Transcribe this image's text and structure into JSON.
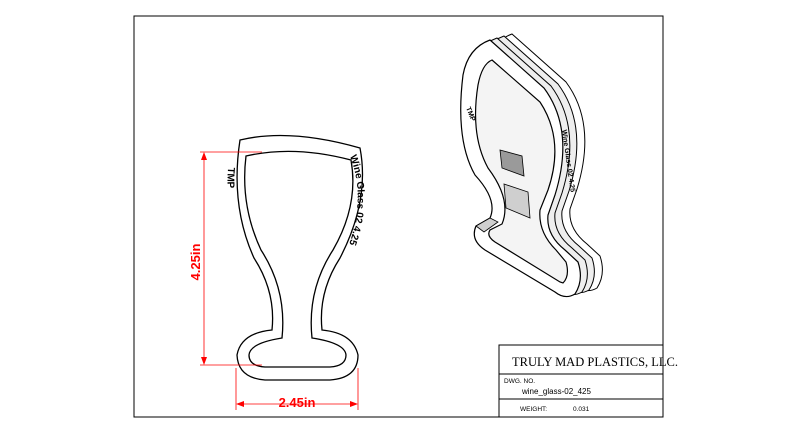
{
  "drawing": {
    "engraving_left": "TMP",
    "engraving_right": "Wine Glass 02 4.25",
    "dimension_height": "4.25in",
    "dimension_width": "2.45in",
    "iso_engraving_left": "TMP",
    "iso_engraving_right": "Wine Glass 02 4.25"
  },
  "title_block": {
    "company": "TRULY MAD PLASTICS, LLC.",
    "dwg_no_label": "DWG.  NO.",
    "dwg_no_value": "wine_glass-02_425",
    "weight_label": "WEIGHT:",
    "weight_value": "0.031"
  },
  "colors": {
    "dimension": "#ff0000",
    "outline": "#000000",
    "iso_fill": "#eeeeee",
    "iso_shade": "#9a9a9a"
  }
}
